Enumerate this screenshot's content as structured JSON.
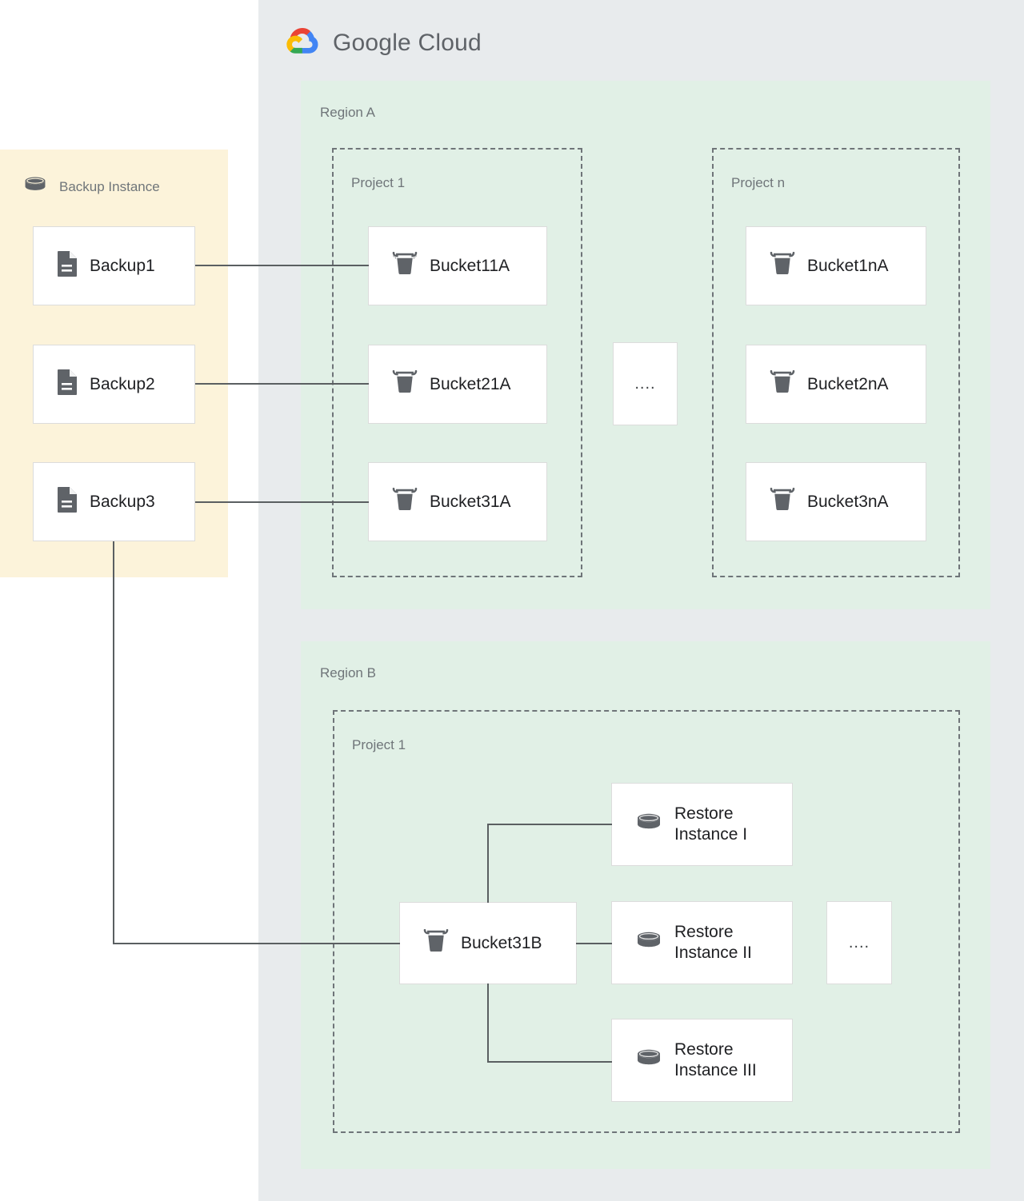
{
  "cloud": {
    "brand_word1": "Google",
    "brand_word2": "Cloud",
    "logo_icon": "google-cloud-logo-icon",
    "panel_color": "#e8ebed",
    "colors": {
      "red": "#ea4335",
      "blue": "#4285f4",
      "yellow": "#fbbc05",
      "green": "#34a853"
    }
  },
  "backup_instance": {
    "title": "Backup Instance",
    "icon": "database-cylinder-icon",
    "panel_color": "#fcf3da",
    "items": [
      {
        "label": "Backup1",
        "icon": "document-icon"
      },
      {
        "label": "Backup2",
        "icon": "document-icon"
      },
      {
        "label": "Backup3",
        "icon": "document-icon"
      }
    ]
  },
  "regions": [
    {
      "label": "Region A",
      "panel_color": "#e1f0e6",
      "projects": [
        {
          "label": "Project 1",
          "buckets": [
            {
              "label": "Bucket11A",
              "icon": "bucket-icon"
            },
            {
              "label": "Bucket21A",
              "icon": "bucket-icon"
            },
            {
              "label": "Bucket31A",
              "icon": "bucket-icon"
            }
          ]
        },
        {
          "label": "Project n",
          "buckets": [
            {
              "label": "Bucket1nA",
              "icon": "bucket-icon"
            },
            {
              "label": "Bucket2nA",
              "icon": "bucket-icon"
            },
            {
              "label": "Bucket3nA",
              "icon": "bucket-icon"
            }
          ]
        }
      ],
      "ellipsis": "...."
    },
    {
      "label": "Region B",
      "panel_color": "#e1f0e6",
      "projects": [
        {
          "label": "Project 1",
          "buckets": [
            {
              "label": "Bucket31B",
              "icon": "bucket-icon"
            }
          ],
          "restore_instances": [
            {
              "label": "Restore\nInstance I",
              "icon": "database-cylinder-icon"
            },
            {
              "label": "Restore\nInstance II",
              "icon": "database-cylinder-icon"
            },
            {
              "label": "Restore\nInstance III",
              "icon": "database-cylinder-icon"
            }
          ]
        }
      ],
      "ellipsis": "...."
    }
  ],
  "connections": [
    {
      "from": "Backup1",
      "to": "Bucket11A"
    },
    {
      "from": "Backup2",
      "to": "Bucket21A"
    },
    {
      "from": "Backup3",
      "to": "Bucket31A"
    },
    {
      "from": "Backup3",
      "to": "Bucket31B"
    },
    {
      "from": "Bucket31B",
      "to": "Restore Instance I"
    },
    {
      "from": "Bucket31B",
      "to": "Restore Instance II"
    },
    {
      "from": "Bucket31B",
      "to": "Restore Instance III"
    }
  ],
  "connector_color": "#5a5f61"
}
